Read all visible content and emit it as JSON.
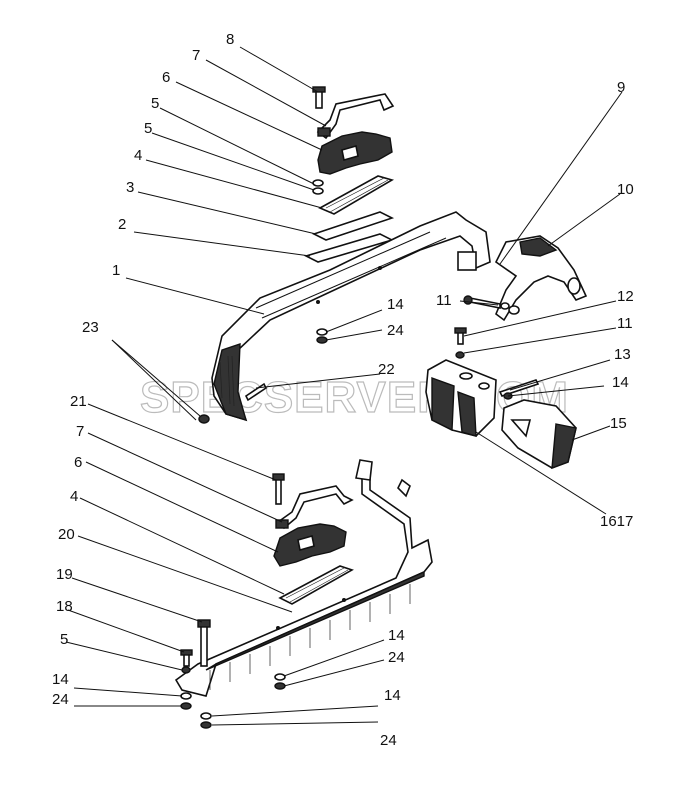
{
  "watermark": "SPECSERVER.COM",
  "callouts": [
    {
      "text": "8"
    },
    {
      "text": "7"
    },
    {
      "text": "6"
    },
    {
      "text": "5"
    },
    {
      "text": "5"
    },
    {
      "text": "4"
    },
    {
      "text": "3"
    },
    {
      "text": "2"
    },
    {
      "text": "1"
    },
    {
      "text": "9"
    },
    {
      "text": "10"
    },
    {
      "text": "11"
    },
    {
      "text": "12"
    },
    {
      "text": "11"
    },
    {
      "text": "14"
    },
    {
      "text": "24"
    },
    {
      "text": "23"
    },
    {
      "text": "22"
    },
    {
      "text": "13"
    },
    {
      "text": "14"
    },
    {
      "text": "15"
    },
    {
      "text": "21"
    },
    {
      "text": "7"
    },
    {
      "text": "6"
    },
    {
      "text": "4"
    },
    {
      "text": "20"
    },
    {
      "text": "19"
    },
    {
      "text": "18"
    },
    {
      "text": "5"
    },
    {
      "text": "14"
    },
    {
      "text": "24"
    },
    {
      "text": "14"
    },
    {
      "text": "24"
    },
    {
      "text": "14"
    },
    {
      "text": "24"
    },
    {
      "text": "1617"
    }
  ]
}
